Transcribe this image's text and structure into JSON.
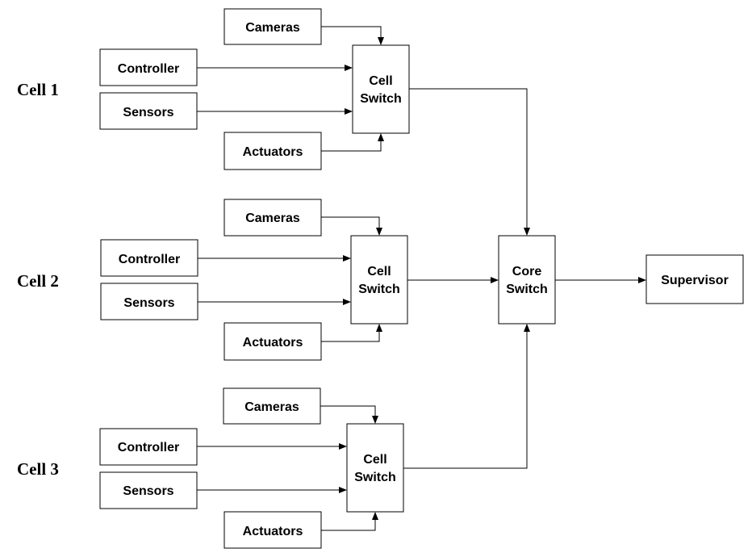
{
  "cells": [
    {
      "label": "Cell 1",
      "cameras": "Cameras",
      "controller": "Controller",
      "sensors": "Sensors",
      "actuators": "Actuators",
      "switch_line1": "Cell",
      "switch_line2": "Switch"
    },
    {
      "label": "Cell 2",
      "cameras": "Cameras",
      "controller": "Controller",
      "sensors": "Sensors",
      "actuators": "Actuators",
      "switch_line1": "Cell",
      "switch_line2": "Switch"
    },
    {
      "label": "Cell 3",
      "cameras": "Cameras",
      "controller": "Controller",
      "sensors": "Sensors",
      "actuators": "Actuators",
      "switch_line1": "Cell",
      "switch_line2": "Switch"
    }
  ],
  "core_switch": {
    "line1": "Core",
    "line2": "Switch"
  },
  "supervisor": "Supervisor"
}
